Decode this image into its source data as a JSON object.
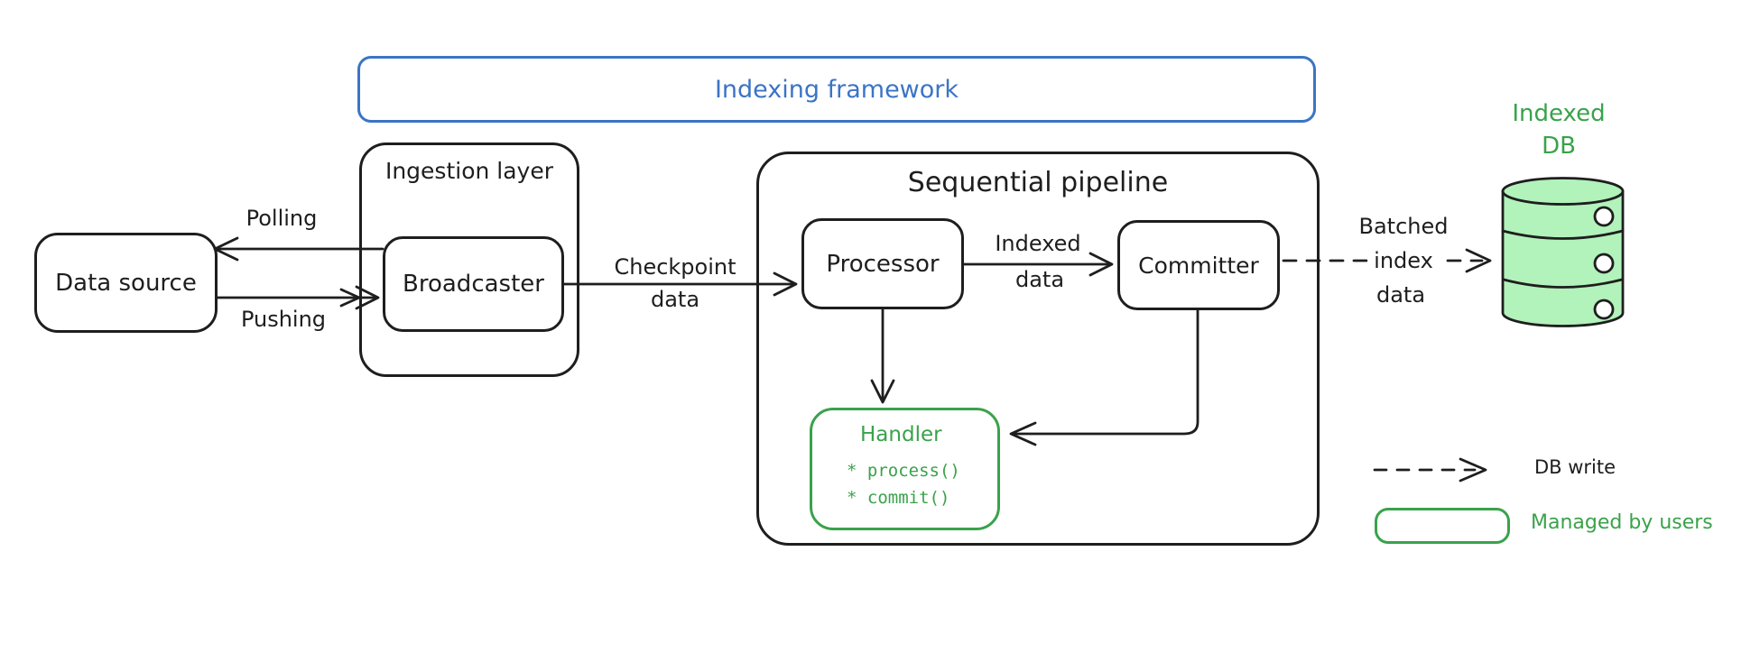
{
  "colors": {
    "ink": "#1e1e1e",
    "frame_blue": "#3b74c6",
    "accent_green": "#3aa24b",
    "db_fill_green": "#b2f2bb"
  },
  "frame": {
    "label": "Indexing framework"
  },
  "nodes": {
    "data_source": {
      "label": "Data source"
    },
    "ingestion_layer": {
      "label": "Ingestion layer"
    },
    "broadcaster": {
      "label": "Broadcaster"
    },
    "sequential_pipeline": {
      "label": "Sequential pipeline"
    },
    "processor": {
      "label": "Processor"
    },
    "committer": {
      "label": "Committer"
    },
    "handler": {
      "label": "Handler",
      "methods": [
        "* process()",
        "* commit()"
      ]
    },
    "indexed_db": {
      "line1": "Indexed",
      "line2": "DB"
    }
  },
  "edges": {
    "polling": {
      "label": "Polling"
    },
    "pushing": {
      "label": "Pushing"
    },
    "checkpoint_data": {
      "line1": "Checkpoint",
      "line2": "data"
    },
    "indexed_data": {
      "line1": "Indexed",
      "line2": "data"
    },
    "batched_index_data": {
      "line1": "Batched",
      "line2": "index",
      "line3": "data"
    }
  },
  "legend": {
    "db_write": "DB write",
    "managed_by_users": "Managed by users"
  }
}
